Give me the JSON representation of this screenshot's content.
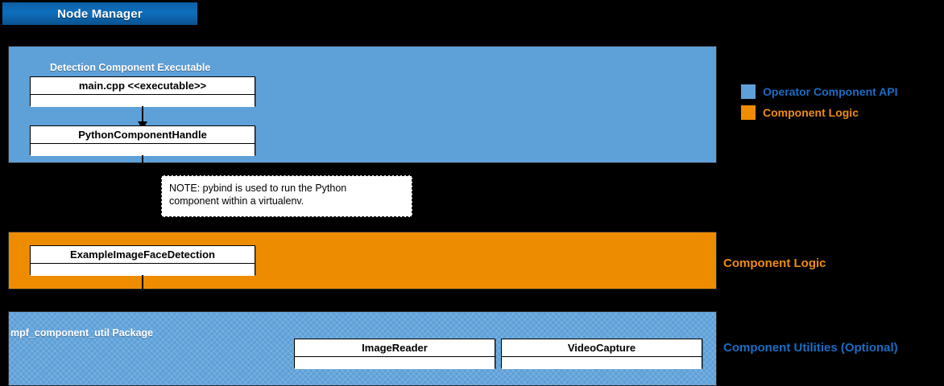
{
  "diagram": {
    "node_manager": {
      "label": "Node Manager"
    },
    "packages": [
      {
        "id": "detection-component-executable",
        "title": "Detection Component Executable",
        "kind": "blue",
        "classes": [
          {
            "name": "main.cpp <<executable>>"
          },
          {
            "name": "PythonComponentHandle"
          }
        ]
      },
      {
        "id": "component-logic",
        "title": "",
        "kind": "orange",
        "classes": [
          {
            "name": "ExampleImageFaceDetection"
          }
        ]
      },
      {
        "id": "mpf-component-util",
        "title": "mpf_component_util Package",
        "kind": "hatch",
        "classes": [
          {
            "name": "ImageReader"
          },
          {
            "name": "VideoCapture"
          }
        ]
      }
    ],
    "note": {
      "text": "NOTE: pybind is used to run the Python\ncomponent within a virtualenv."
    },
    "legend": {
      "items": [
        {
          "label": "Operator Component API",
          "color": "#5ea0d8"
        },
        {
          "label": "Component Logic",
          "color": "#f08c00"
        }
      ]
    },
    "side_captions": [
      {
        "label": "Component Logic",
        "color": "#ef8c10"
      },
      {
        "label": "Component Utilities (Optional)",
        "color": "#1b6cc4"
      }
    ],
    "colors": {
      "background": "#000000",
      "blue_panel": "#5ea0d8",
      "orange_panel": "#ee8c00",
      "header_blue": "#0f6fbd",
      "box_fill": "#ffffff",
      "stroke": "#000000"
    }
  }
}
